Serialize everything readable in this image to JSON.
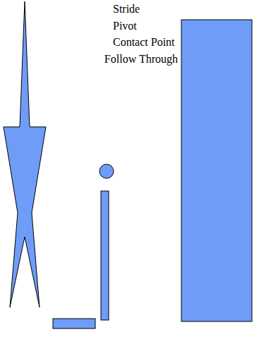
{
  "diagram": {
    "labels": [
      "Stride",
      "Pivot",
      "Contact Point",
      "Follow Through"
    ]
  }
}
